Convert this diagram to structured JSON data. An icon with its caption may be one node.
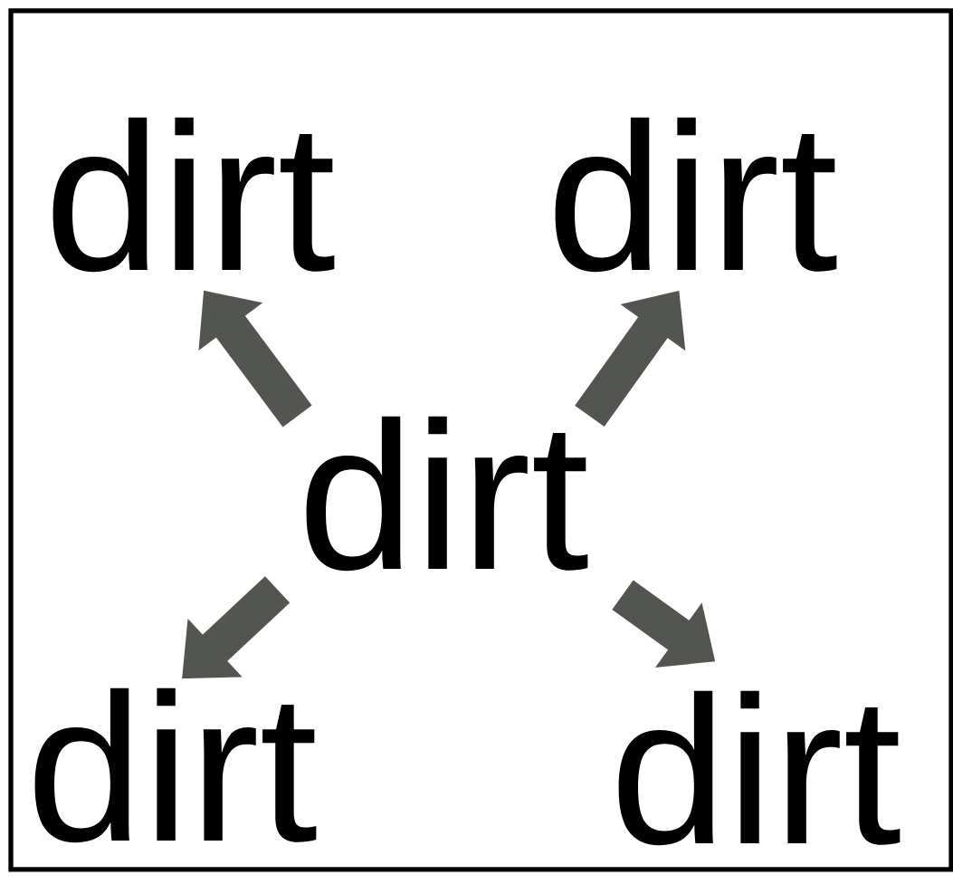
{
  "diagram": {
    "nodes": [
      {
        "text": [
          "dirt"
        ]
      },
      {
        "text": [
          "dirt"
        ]
      },
      {
        "text": [
          "dirt"
        ]
      },
      {
        "text": [
          "dirt"
        ]
      },
      {
        "text": [
          "dirt"
        ]
      }
    ],
    "edges": [
      {
        "from": 2,
        "to": 0,
        "arrow": "to"
      },
      {
        "from": 2,
        "to": 1,
        "arrow": "to"
      },
      {
        "from": 2,
        "to": 3,
        "arrow": "to"
      },
      {
        "from": 2,
        "to": 4,
        "arrow": "to"
      }
    ]
  }
}
